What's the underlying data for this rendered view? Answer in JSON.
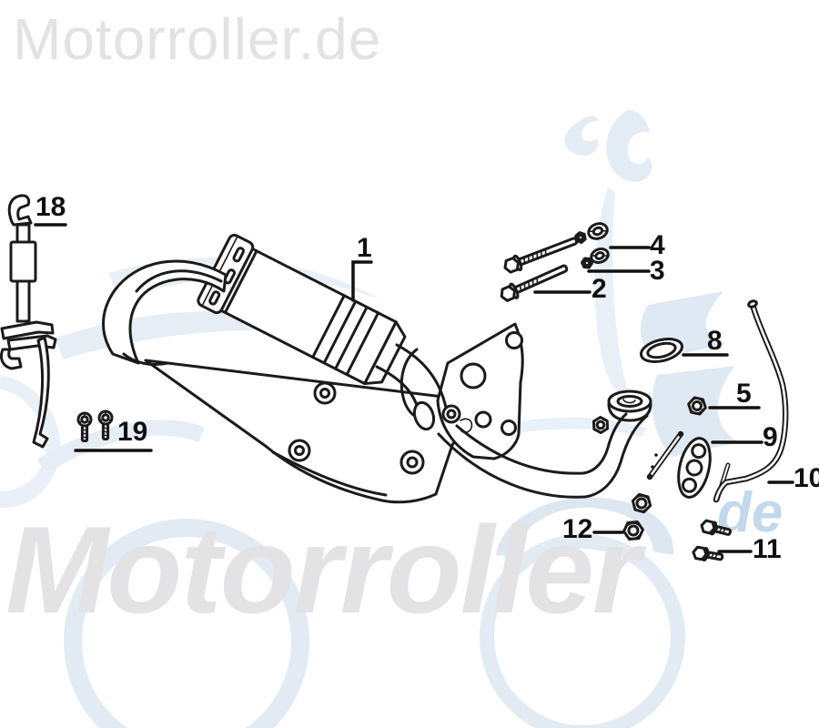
{
  "watermarks": {
    "top_text": "Motorroller.de",
    "bottom_text": "Motorroller",
    "bottom_suffix": "de"
  },
  "colors": {
    "line": "#1b1b1b",
    "watermark_gray": "#e3e3e5",
    "watermark_blue": "#c2d8ec",
    "swoosh_light": "#e3ebf4"
  },
  "diagram": {
    "callouts": [
      {
        "num": "1"
      },
      {
        "num": "2"
      },
      {
        "num": "3"
      },
      {
        "num": "4"
      },
      {
        "num": "5"
      },
      {
        "num": "8"
      },
      {
        "num": "9"
      },
      {
        "num": "10"
      },
      {
        "num": "11"
      },
      {
        "num": "12"
      },
      {
        "num": "18"
      },
      {
        "num": "19"
      }
    ]
  }
}
